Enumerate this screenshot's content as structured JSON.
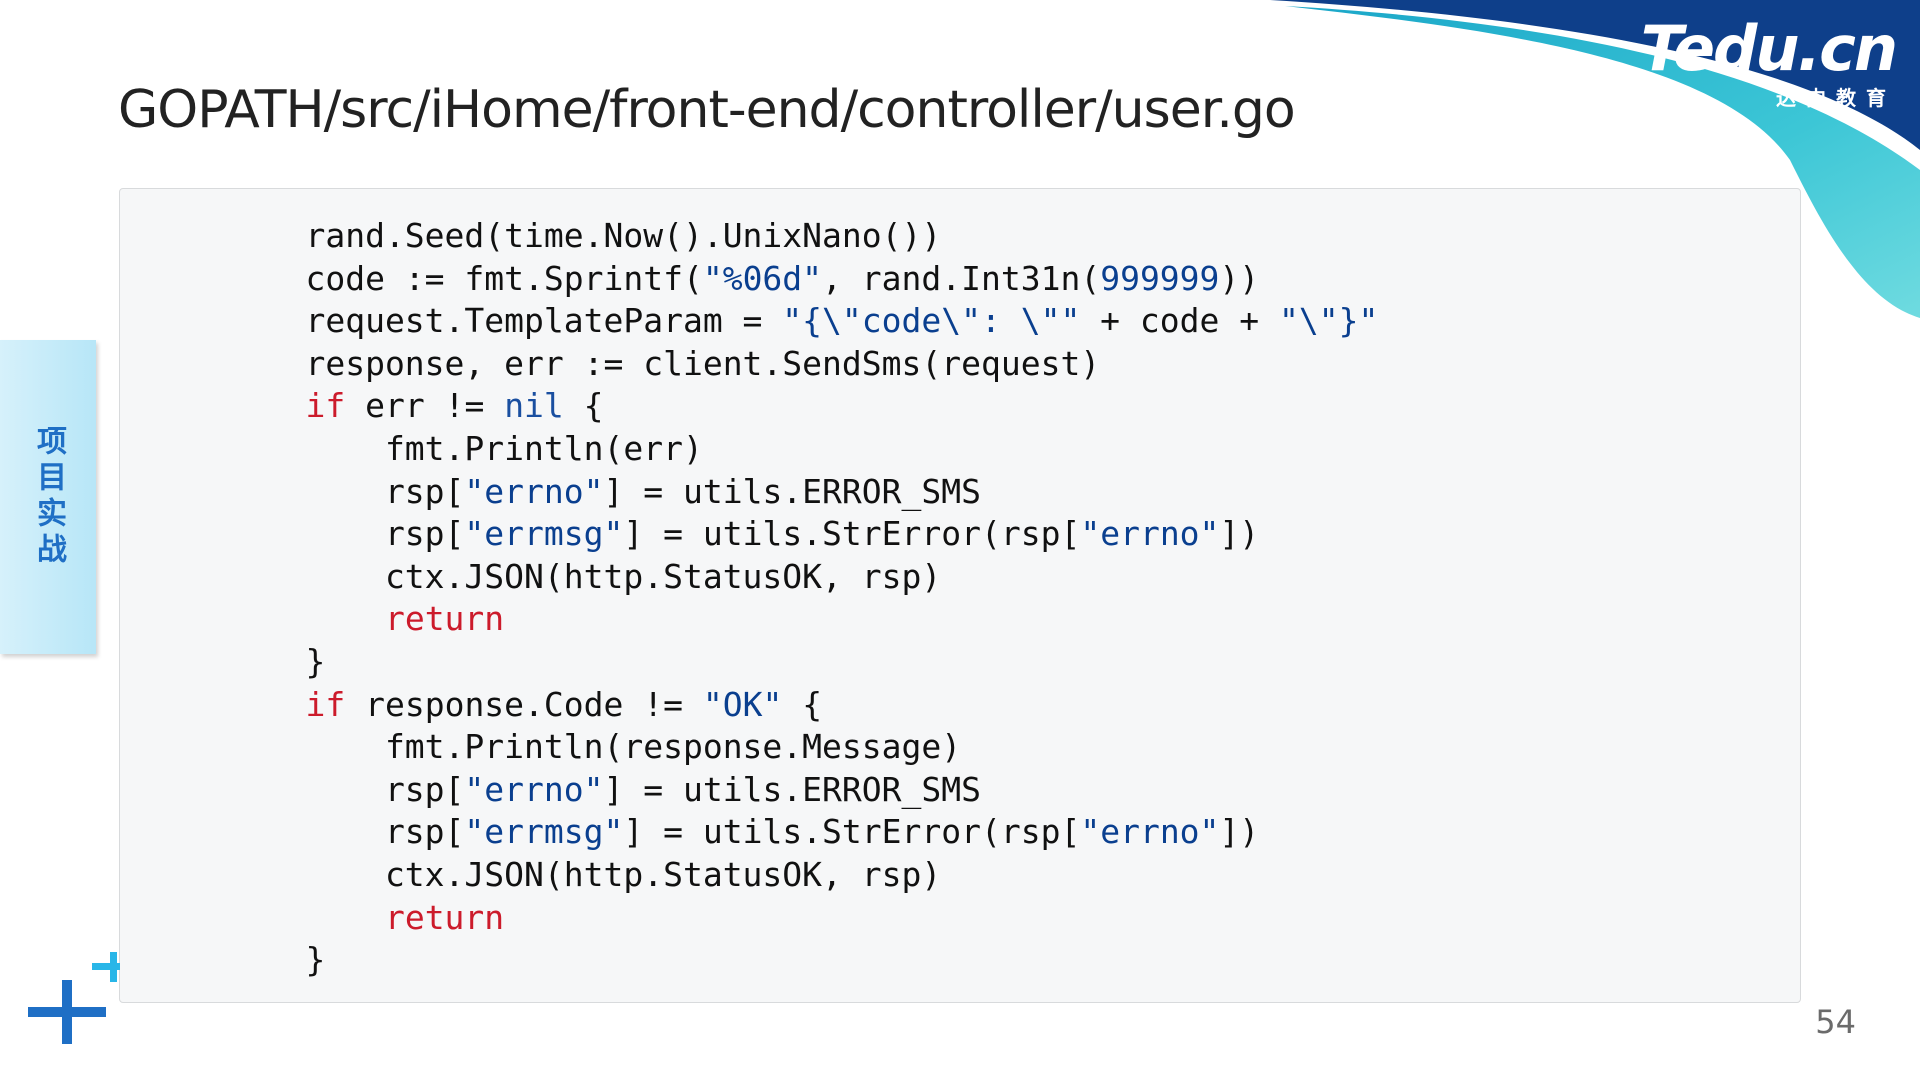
{
  "slide": {
    "title": "GOPATH/src/iHome/front-end/controller/user.go",
    "side_tab": "项目实战",
    "page_number": "54"
  },
  "logo": {
    "brand": "Tedu.cn",
    "subtitle": "达内教育"
  },
  "colors": {
    "accent_teal": "#33c2d8",
    "accent_blue": "#1f6fc5",
    "keyword_red": "#cc1b2b",
    "string_blue": "#0a3f8f"
  },
  "code": {
    "lines": [
      [
        {
          "t": "    rand.Seed(time.Now().UnixNano())",
          "c": ""
        }
      ],
      [
        {
          "t": "    code := fmt.Sprintf(",
          "c": ""
        },
        {
          "t": "\"%06d\"",
          "c": "str"
        },
        {
          "t": ", rand.Int31n(",
          "c": ""
        },
        {
          "t": "999999",
          "c": "num"
        },
        {
          "t": "))",
          "c": ""
        }
      ],
      [
        {
          "t": "    request.TemplateParam = ",
          "c": ""
        },
        {
          "t": "\"{\\\"code\\\": \\\"\"",
          "c": "str"
        },
        {
          "t": " + code + ",
          "c": ""
        },
        {
          "t": "\"\\\"}\"",
          "c": "str"
        }
      ],
      [
        {
          "t": "    response, err := client.SendSms(request)",
          "c": ""
        }
      ],
      [
        {
          "t": "    ",
          "c": ""
        },
        {
          "t": "if",
          "c": "kw"
        },
        {
          "t": " err != ",
          "c": ""
        },
        {
          "t": "nil",
          "c": "blue"
        },
        {
          "t": " {",
          "c": ""
        }
      ],
      [
        {
          "t": "        fmt.Println(err)",
          "c": ""
        }
      ],
      [
        {
          "t": "        rsp[",
          "c": ""
        },
        {
          "t": "\"errno\"",
          "c": "str"
        },
        {
          "t": "] = utils.ERROR_SMS",
          "c": ""
        }
      ],
      [
        {
          "t": "        rsp[",
          "c": ""
        },
        {
          "t": "\"errmsg\"",
          "c": "str"
        },
        {
          "t": "] = utils.StrError(rsp[",
          "c": ""
        },
        {
          "t": "\"errno\"",
          "c": "str"
        },
        {
          "t": "])",
          "c": ""
        }
      ],
      [
        {
          "t": "        ctx.JSON(http.StatusOK, rsp)",
          "c": ""
        }
      ],
      [
        {
          "t": "        ",
          "c": ""
        },
        {
          "t": "return",
          "c": "kw"
        }
      ],
      [
        {
          "t": "    }",
          "c": ""
        }
      ],
      [
        {
          "t": "    ",
          "c": ""
        },
        {
          "t": "if",
          "c": "kw"
        },
        {
          "t": " response.Code != ",
          "c": ""
        },
        {
          "t": "\"OK\"",
          "c": "str"
        },
        {
          "t": " {",
          "c": ""
        }
      ],
      [
        {
          "t": "        fmt.Println(response.Message)",
          "c": ""
        }
      ],
      [
        {
          "t": "        rsp[",
          "c": ""
        },
        {
          "t": "\"errno\"",
          "c": "str"
        },
        {
          "t": "] = utils.ERROR_SMS",
          "c": ""
        }
      ],
      [
        {
          "t": "        rsp[",
          "c": ""
        },
        {
          "t": "\"errmsg\"",
          "c": "str"
        },
        {
          "t": "] = utils.StrError(rsp[",
          "c": ""
        },
        {
          "t": "\"errno\"",
          "c": "str"
        },
        {
          "t": "])",
          "c": ""
        }
      ],
      [
        {
          "t": "        ctx.JSON(http.StatusOK, rsp)",
          "c": ""
        }
      ],
      [
        {
          "t": "        ",
          "c": ""
        },
        {
          "t": "return",
          "c": "kw"
        }
      ],
      [
        {
          "t": "    }",
          "c": ""
        }
      ]
    ]
  }
}
